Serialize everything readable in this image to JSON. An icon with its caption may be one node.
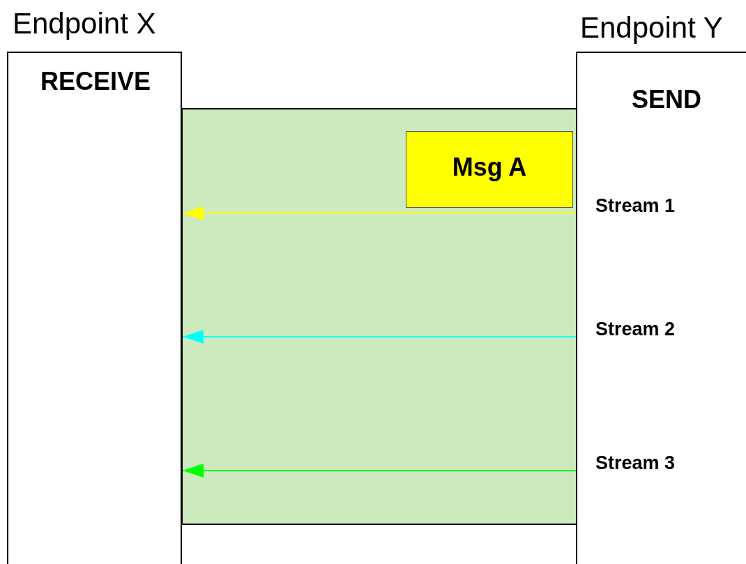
{
  "diagram": {
    "nodes": [
      {
        "text": [
          "Endpoint X",
          "RECEIVE"
        ]
      },
      {
        "text": [
          "Endpoint Y",
          "SEND"
        ]
      },
      {
        "text": [],
        "shape": "box"
      },
      {
        "text": [
          "Msg A"
        ],
        "in": 2
      }
    ],
    "edges": [
      {
        "from": 1,
        "to": 0,
        "arrow": "to",
        "label": "Stream 1",
        "color": "#ffff00"
      },
      {
        "from": 1,
        "to": 0,
        "arrow": "to",
        "label": "Stream 2",
        "color": "#00ffff"
      },
      {
        "from": 1,
        "to": 0,
        "arrow": "to",
        "label": "Stream 3",
        "color": "#00ff00"
      }
    ]
  }
}
